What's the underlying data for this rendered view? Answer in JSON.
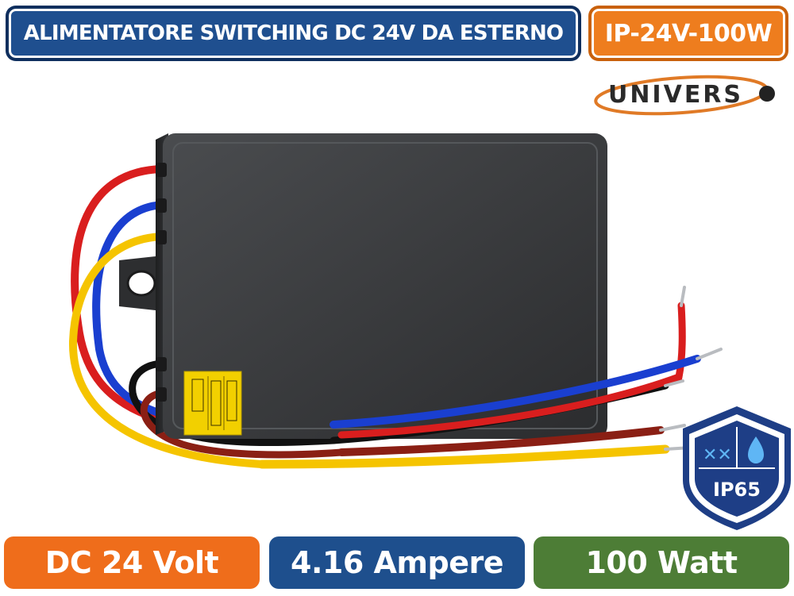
{
  "header": {
    "title": "ALIMENTATORE SWITCHING DC 24V DA ESTERNO",
    "model": "IP-24V-100W"
  },
  "brand": {
    "logo_text": "UNIVERS",
    "accent_color": "#e07a26"
  },
  "product": {
    "wire_colors": [
      "#d91e1e",
      "#1a3fd0",
      "#f5c400",
      "#111111",
      "#8a1f14"
    ],
    "label_color": "#f2d000"
  },
  "badge": {
    "text": "IP65",
    "icons": [
      "dust-icon",
      "water-drop-icon"
    ],
    "color": "#1e3e86"
  },
  "specs": {
    "voltage": "DC 24 Volt",
    "current": "4.16 Ampere",
    "power": "100 Watt"
  },
  "colors": {
    "blue": "#1f4f8f",
    "orange": "#ee7d1e",
    "green": "#4d7d36"
  }
}
